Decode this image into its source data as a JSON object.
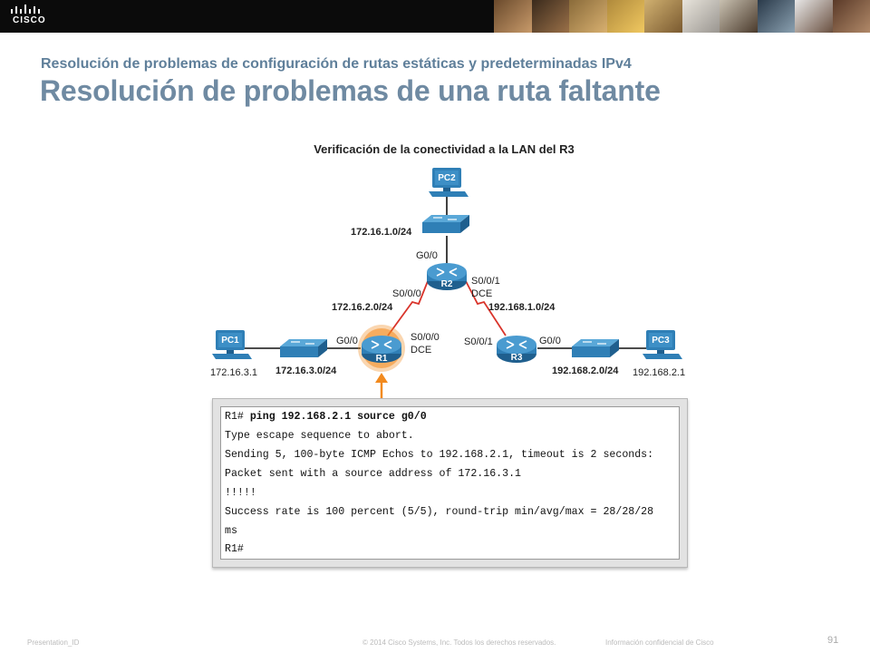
{
  "header": {
    "brand": "CISCO",
    "subtitle": "Resolución de problemas de configuración de rutas estáticas y predeterminadas IPv4",
    "title": "Resolución de problemas de una ruta faltante"
  },
  "diagram": {
    "title": "Verificación de la conectividad a la LAN del R3",
    "devices": {
      "pc1": "PC1",
      "pc2": "PC2",
      "pc3": "PC3",
      "r1": "R1",
      "r2": "R2",
      "r3": "R3"
    },
    "labels": {
      "net_r2_lan": "172.16.1.0/24",
      "r2_g0": "G0/0",
      "r2_s000": "S0/0/0",
      "r2_s001": "S0/0/1",
      "r2_dce": "DCE",
      "net_r1_r2": "172.16.2.0/24",
      "net_r2_r3": "192.168.1.0/24",
      "r1_g0": "G0/0",
      "r1_s000": "S0/0/0",
      "r1_dce": "DCE",
      "r3_s001": "S0/0/1",
      "r3_g0": "G0/0",
      "pc1_ip": "172.16.3.1",
      "net_r1_lan": "172.16.3.0/24",
      "net_r3_lan": "192.168.2.0/24",
      "pc3_ip": "192.168.2.1"
    },
    "colors": {
      "device_blue": "#2f7fb6",
      "serial_red": "#d9342b",
      "highlight_orange": "#f28a1e"
    }
  },
  "terminal": {
    "prompt": "R1#",
    "command": "ping 192.168.2.1 source g0/0",
    "lines": [
      "Type escape sequence to abort.",
      "Sending 5, 100-byte ICMP Echos to 192.168.2.1, timeout is 2 seconds:",
      "Packet sent with a source address of 172.16.3.1",
      "!!!!!",
      "Success rate is 100 percent (5/5), round-trip min/avg/max = 28/28/28",
      "ms",
      "R1#"
    ]
  },
  "footer": {
    "presentation_id": "Presentation_ID",
    "copyright": "© 2014 Cisco Systems, Inc. Todos los derechos reservados.",
    "confidential": "Información confidencial de Cisco",
    "page_number": "91"
  }
}
